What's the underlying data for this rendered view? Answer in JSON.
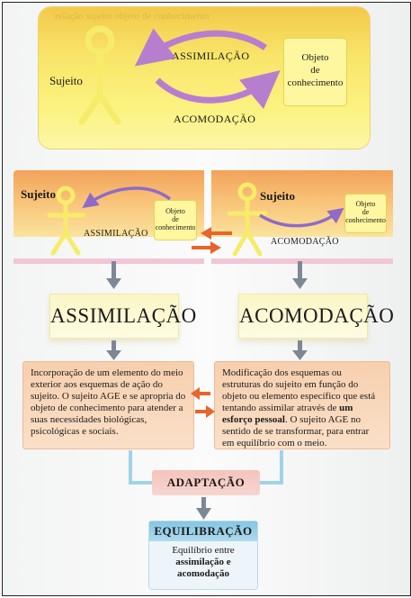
{
  "top": {
    "faded_text": "relação sujeito objeto de conhecimento",
    "subject_label": "Sujeito",
    "assimilation_label": "ASSIMILAÇÃO",
    "accommodation_label": "ACOMODAÇÃO",
    "object_label_l1": "Objeto",
    "object_label_l2": "de",
    "object_label_l3": "conhecimento"
  },
  "left_panel": {
    "subject_label": "Sujeito",
    "process_label": "ASSIMILAÇÃO",
    "object_label_l1": "Objeto",
    "object_label_l2": "de",
    "object_label_l3": "conhecimento"
  },
  "right_panel": {
    "subject_label": "Sujeito",
    "process_label": "ACOMODAÇÃO",
    "object_label_l1": "Objeto",
    "object_label_l2": "de",
    "object_label_l3": "conhecimento"
  },
  "headings": {
    "assimilation": "ASSIMILAÇÃO",
    "accommodation": "ACOMODAÇÃO"
  },
  "descriptions": {
    "assimilation": "Incorporação de um elemento do meio exterior aos esquemas de ação do sujeito. O sujeito AGE e se apropria do objeto de conhecimento para atender a suas necessidades biológicas, psicológicas e sociais.",
    "accommodation_before": "Modificação dos esquemas ou estruturas do sujeito em função do objeto ou elemento específico que está tentando assimilar através de ",
    "accommodation_bold": "um esforço pessoal",
    "accommodation_after": ". O sujeito AGE no sentido de se transformar, para entrar em equilíbrio com o meio."
  },
  "adaptation": "ADAPTAÇÃO",
  "equilibration": {
    "title": "EQUILIBRAÇÃO",
    "body_l1": "Equilíbrio entre",
    "body_l2": "assimilação e",
    "body_l3": "acomodação"
  },
  "colors": {
    "purple_arrow": "#b77ed0",
    "orange_arrow": "#e9642b",
    "gray_arrow": "#7e8797",
    "figure": "#f6ec6a",
    "connector": "#9fd3ea"
  }
}
